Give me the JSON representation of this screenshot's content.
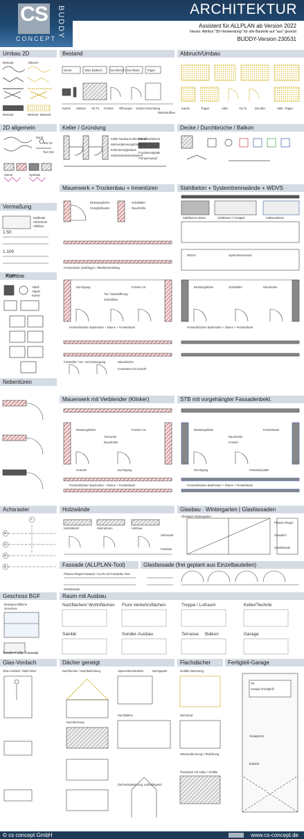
{
  "header": {
    "logo": "CS",
    "logo_sub": "CONCEPT",
    "product": "BUDDY",
    "title": "ARCHITEKTUR",
    "line1": "Assistent für ALLPLAN ab Version 2022",
    "line2": "Neues: Attribut \"3D-Verwendung\" für alle Bauteile auf \"aus\" gesetzt",
    "line3": "BUDDY-Version 230531"
  },
  "sections": {
    "umbau2d": "Umbau 2D",
    "bestand": "Bestand",
    "abbruch": "Abbruch/Umbau",
    "allgemein2d": "2D allgemein",
    "keller": "Keller / Gründung",
    "decke": "Decke / Durchbrüche / Balkon",
    "vermassung": "Vermaßung",
    "kamine": "Kamine",
    "kamine_sub": "Sonder",
    "mauerwerk": "Mauerwerk + Trockenbau + Innentüren",
    "stahlbeton": "Stahlbeton + Systemtrennwände + WDVS",
    "nebentueren": "Nebentüren",
    "mauerwerk_verblender": "Mauerwerk mit Verblender (Klinker)",
    "stb_fassade": "STB mit vorgehängter Fassadenbekl.",
    "achsraster": "Achsraster",
    "holzwaende": "Holzwände",
    "glasbau": "Glasbau · Wintergarten | Glasfassaden",
    "fassade_tool": "Fassade (ALLPLAN-Tool)",
    "glasfassade": "Glasfassade (frei geplant aus Einzelbauteilen)",
    "geschoss": "Geschoss BGF",
    "raum": "Raum mit Ausbau",
    "glas_vordach": "Glas-Vordach",
    "daecher": "Dächer geneigt",
    "flachdaecher": "Flachdächer",
    "garage": "Fertigteil-Garage"
  },
  "umbau2d": {
    "bestand": "Bestand",
    "abbruch": "Abbruch",
    "bestand2": "Bestand",
    "bestand_darst": "Bestand",
    "bestand2_sub": "Bestand"
  },
  "bestand": {
    "items": [
      "Decke",
      "Stütz Balkenh.",
      "Durchbruch",
      "Durchlass",
      "Träger"
    ],
    "captions": [
      "Kamin",
      "Stützen",
      "Ab.Tü",
      "Fenster",
      "Öffnungen",
      "Sockel",
      "Einrichtung",
      "Bodenaufbau"
    ]
  },
  "abbruch": {
    "captions": [
      "Kamin",
      "Träger",
      "Abbr.",
      "Ab.Tü",
      "Durchbr.",
      "Abbr. Träger"
    ]
  },
  "allgemein2d": {
    "labels": [
      "Rand",
      "Text 10",
      "Text 100",
      "Sterne",
      "Symbole"
    ]
  },
  "keller": {
    "notes": [
      "Keller Neubau/Außenwände",
      "Wärmedämmung/Dämmung",
      "Kellertürmöglichkeit",
      "Sohle/Streifenfundament",
      "Einzelfundament",
      "Fundamentplatte",
      "Pumpensumpf"
    ]
  },
  "vermassung": {
    "labels": [
      "Maßkette",
      "Höhenkote",
      "Hilfslinie"
    ],
    "scales": [
      "1:50",
      "1:100"
    ]
  },
  "kamine": {
    "labels": [
      "Abluft",
      "Abgas",
      "Kamin"
    ]
  },
  "mauerwerk": {
    "labels": [
      "Brüstungshöhe",
      "Fertigfußboden",
      "Schalttafel",
      "Raumhöhe",
      "Durchgang",
      "Fenster rot",
      "Tür / Wandöffnung",
      "Schnittlinie",
      "Freisteller / Ver- und Entsorgung",
      "Wandnische",
      "Innentüren mit Ansicht"
    ],
    "legend": "Fensterbank (Stoßfuge) / Oberflächenbelag",
    "window_note": "Fensterblöcken Baufenster + Ebene + Fensterbank"
  },
  "stahlbeton": {
    "labels": [
      "Stahlbeton Stütze",
      "Sichtbeton / Fertigteil",
      "Kalksandstein",
      "Brüstungshöhe",
      "Schalttafel",
      "Raumhöhe",
      "WDVS",
      "Systemtrennwand"
    ],
    "window_note": "Fensterblöcken Baufenster + Ebene + Fensterbank"
  },
  "verblender": {
    "labels": [
      "Brüstungshöhe",
      "Fenster rot",
      "Türnische",
      "Raumhöhe",
      "Innentür",
      "Durchgang"
    ],
    "window_note": "Fensterblöcken Baufenster + Ebene + Fensterbank"
  },
  "stb_fassade": {
    "labels": [
      "Brüstungshöhe",
      "Fensterbank",
      "Raumhöhe",
      "Fenster",
      "Durchgang",
      "Fassadenplatte"
    ],
    "window_note": "Fensterblöcken Baufenster + Ebene + Fensterbank"
  },
  "achsraster": {
    "axes": [
      "A",
      "B",
      "C",
      "D",
      "E"
    ]
  },
  "holzwaende": {
    "labels": [
      "Holzständer",
      "Holzrahmen",
      "Holzbau",
      "Holzwand",
      "Fassade"
    ]
  },
  "glasbau": {
    "label": "Glasdach Wintergarten",
    "notes": [
      "Pfosten-Riegel",
      "Glasdach",
      "Glasfassade"
    ]
  },
  "fassade_tool": {
    "labels": [
      "Pfosten-Riegel-Fassade / ALLPLAN-Fassaden-Tool",
      "Glasfassade"
    ]
  },
  "raum": {
    "headers": [
      "Nutzflächen/ Wohnflächen",
      "Flure Verkehrsflächen",
      "Treppe / Lufraum",
      "Keller/Technik"
    ],
    "headers2": [
      "Sanitär",
      "Sonder-Ausbau",
      "Terrasse",
      "Balkon",
      "Garage"
    ]
  },
  "geschoss": {
    "label": "Sonder-Fußb. Fassade",
    "notes": [
      "Bruttogrundfläche",
      "Geschoss"
    ]
  },
  "glas_vordach": {
    "label": "Glas-Vordach \"Stahl-Glas\""
  },
  "daecher": {
    "labels": [
      "Dachfenster / Dachbelichtung",
      "Sparrenkonstruktion",
      "Dachgaube",
      "Dachdeckung",
      "Dachbalken",
      "Dachentwässerung, außenliegend"
    ]
  },
  "flachdaecher": {
    "labels": [
      "Gefälle-Dämmung",
      "Dachrand",
      "Wärmedämmung / Abdichtung",
      "Flachdach mit Attika / Gefälle"
    ]
  },
  "garage": {
    "labels": [
      "Tor",
      "Garage (Fertigteil)",
      "Garagentor",
      "Einfahrt"
    ]
  },
  "footer": {
    "left": "© cs concept GmbH",
    "right": "www.cs-concept.de"
  },
  "colors": {
    "header_dark": "#1e3a5a",
    "section_bg": "#d4dbe3",
    "hatch_red": "#b03a3a",
    "wall_dark": "#333333",
    "accent_yellow": "#e0c030",
    "accent_blue": "#3a5aa8"
  }
}
